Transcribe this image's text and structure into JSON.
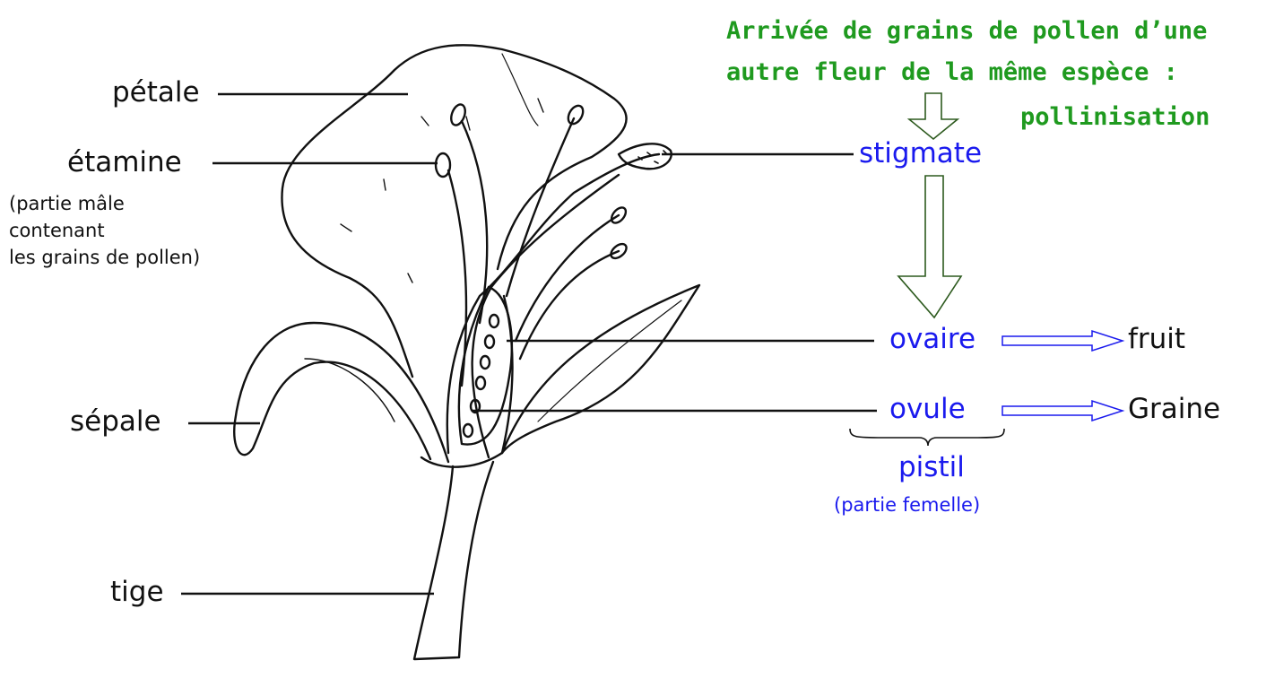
{
  "labels": {
    "petale": "pétale",
    "etamine": "étamine",
    "etamine_note": [
      "(partie mâle",
      "contenant",
      "les grains de pollen)"
    ],
    "sepale": "sépale",
    "tige": "tige",
    "stigmate": "stigmate",
    "ovaire": "ovaire",
    "ovule": "ovule",
    "pistil": "pistil",
    "pistil_note": "(partie femelle)",
    "fruit": "fruit",
    "graine": "Graine"
  },
  "pollination_note": [
    "Arrivée de grains de pollen d’une",
    "autre fleur de la même espèce :",
    "pollinisation"
  ],
  "colors": {
    "ink": "#111111",
    "label_blue": "#1a1aee",
    "note_green": "#1f9a1f",
    "arrow_green": "#2d5a1e",
    "arrow_blue": "#1a1aee"
  }
}
